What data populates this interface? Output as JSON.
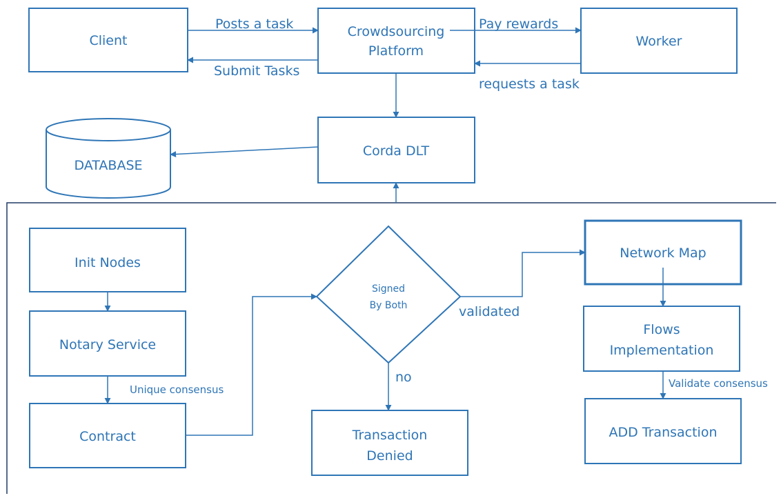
{
  "nodes": {
    "client": "Client",
    "platform_line1": "Crowdsourcing",
    "platform_line2": "Platform",
    "worker": "Worker",
    "corda": "Corda DLT",
    "database": "DATABASE",
    "init_nodes": "Init Nodes",
    "notary": "Notary Service",
    "contract": "Contract",
    "decision_line1": "Signed",
    "decision_line2": "By Both",
    "denied_line1": "Transaction",
    "denied_line2": "Denied",
    "network_map": "Network Map",
    "flows_line1": "Flows",
    "flows_line2": "Implementation",
    "add_tx": "ADD Transaction"
  },
  "edges": {
    "posts_task": "Posts a task",
    "submit_tasks": "Submit Tasks",
    "pay_rewards": "Pay rewards",
    "requests_task": "requests a task",
    "unique_consensus": "Unique consensus",
    "validated": "validated",
    "no": "no",
    "validate_consensus": "Validate consensus"
  },
  "colors": {
    "accent": "#2e75b6",
    "panel_border": "#1f3864"
  }
}
